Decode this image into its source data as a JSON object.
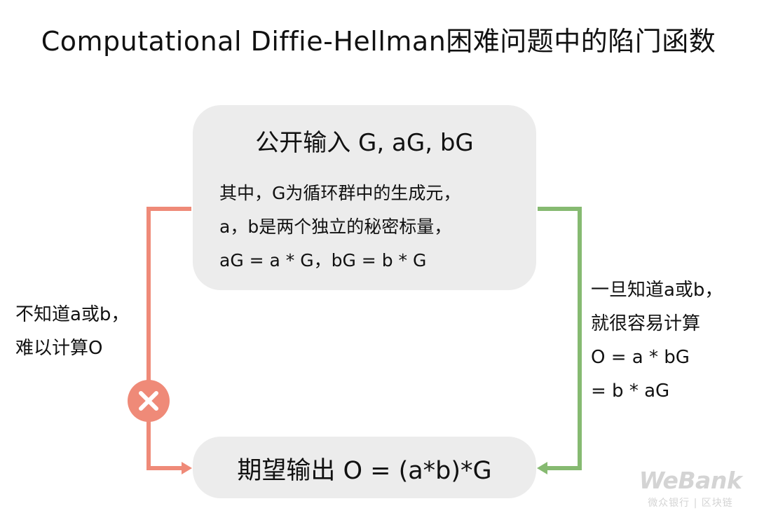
{
  "title": "Computational Diffie-Hellman困难问题中的陷门函数",
  "top_box": {
    "heading": "公开输入  G, aG, bG",
    "lines": [
      "其中，G为循环群中的生成元，",
      "a，b是两个独立的秘密标量，",
      "aG = a * G，bG = b * G"
    ]
  },
  "bottom_box": {
    "text": "期望输出  O = (a*b)*G"
  },
  "left_note": {
    "lines": [
      "不知道a或b，",
      "难以计算O"
    ]
  },
  "right_note": {
    "lines": [
      "一旦知道a或b，",
      "就很容易计算",
      "O = a * bG",
      "= b * aG"
    ]
  },
  "watermark": {
    "logo": "WeBank",
    "sub": "微众银行 | 区块链"
  },
  "colors": {
    "left_arrow": "#ef8a78",
    "right_arrow": "#86ba71",
    "box_fill": "#ececec",
    "fail_icon_fill": "#ef8a78"
  },
  "icons": {
    "fail": "close-icon"
  }
}
